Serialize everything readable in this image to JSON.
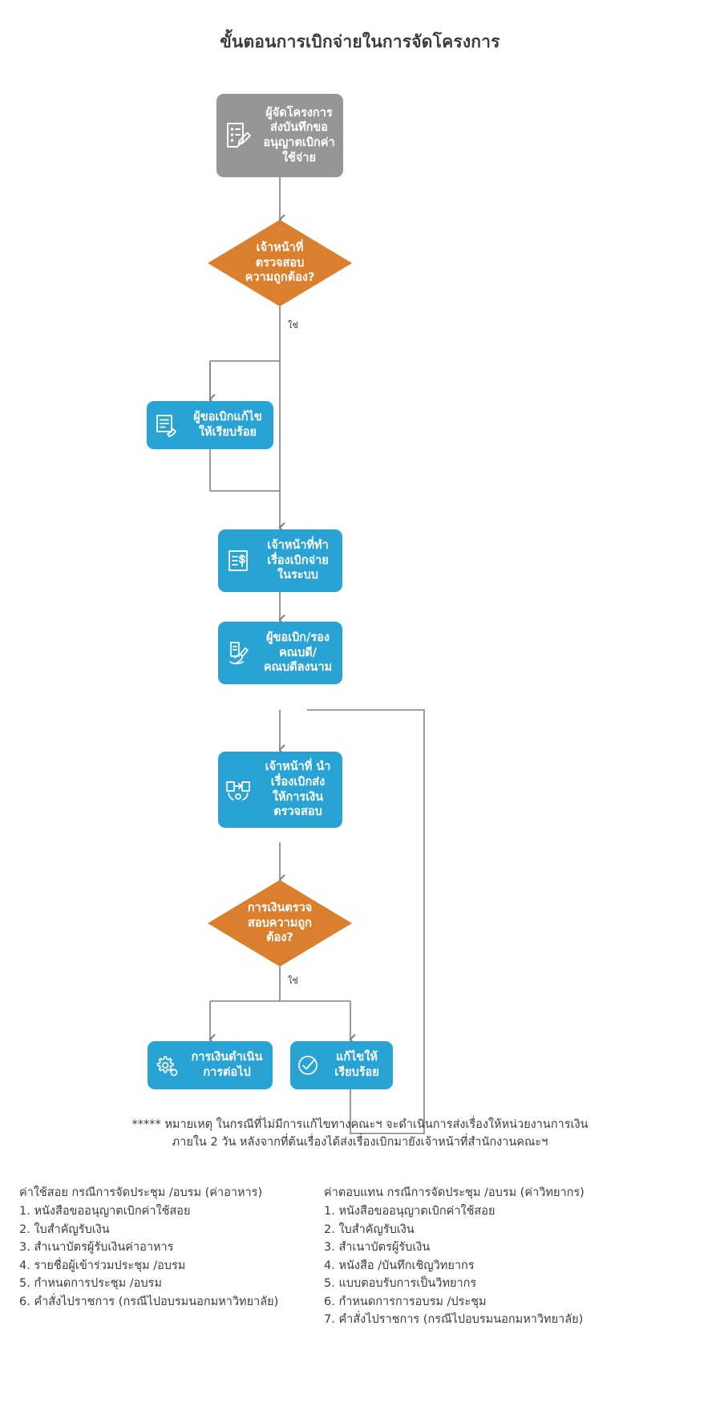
{
  "title": "ขั้นตอนการเบิกจ่ายในการจัดโครงการ",
  "colors": {
    "start": "#969696",
    "process": "#29a3d4",
    "decision": "#da7f2e",
    "connector": "#808080",
    "text": "#3b3b3b"
  },
  "nodes": {
    "start": {
      "id": "start",
      "shape": "rounded-rect",
      "fill": "#969696",
      "icon": "document-pen-icon",
      "label": "ผู้จัดโครงการ\nส่งบันทึกขอ\nอนุญาตเบิกค่า\nใช้จ่าย"
    },
    "decision1": {
      "id": "decision1",
      "shape": "diamond",
      "fill": "#da7f2e",
      "label": "เจ้าหน้าที่\nตรวจสอบ\nความถูกต้อง?"
    },
    "fix1": {
      "id": "fix1",
      "shape": "rounded-rect",
      "fill": "#29a3d4",
      "icon": "document-edit-icon",
      "label": "ผู้ขอเบิกแก้ไข\nให้เรียบร้อย"
    },
    "process1": {
      "id": "process1",
      "shape": "rounded-rect",
      "fill": "#29a3d4",
      "icon": "invoice-dollar-icon",
      "label": "เจ้าหน้าที่ทำ\nเรื่องเบิกจ่าย\nในระบบ"
    },
    "process2": {
      "id": "process2",
      "shape": "rounded-rect",
      "fill": "#29a3d4",
      "icon": "signature-hand-icon",
      "label": "ผู้ขอเบิก/รอง\nคณบดี/\nคณบดีลงนาม"
    },
    "process3": {
      "id": "process3",
      "shape": "rounded-rect",
      "fill": "#29a3d4",
      "icon": "handover-document-icon",
      "label": "เจ้าหน้าที่ นำ\nเรื่องเบิกส่ง\nให้การเงิน\nตรวจสอบ"
    },
    "decision2": {
      "id": "decision2",
      "shape": "diamond",
      "fill": "#da7f2e",
      "label": "การเงินตรวจ\nสอบความถูก\nต้อง?"
    },
    "end1": {
      "id": "end1",
      "shape": "rounded-rect",
      "fill": "#29a3d4",
      "icon": "gears-icon",
      "label": "การเงินดำเนิน\nการต่อไป"
    },
    "end2": {
      "id": "end2",
      "shape": "rounded-rect",
      "fill": "#29a3d4",
      "icon": "check-pen-icon",
      "label": "แก้ไขให้\nเรียบร้อย"
    }
  },
  "edge_labels": {
    "yes1": "ใช่",
    "yes2": "ใช่"
  },
  "note": {
    "line1": "***** หมายเหตุ ในกรณีที่ไม่มีการแก้ไขทางคณะฯ จะดำเนินการส่งเรื่องให้หน่วยงานการเงิน",
    "line2": "ภายใน 2 วัน หลังจากที่ต้นเรื่องได้ส่งเรื่องเบิกมายังเจ้าหน้าที่สำนักงานคณะฯ"
  },
  "lists": {
    "left": {
      "heading": "ค่าใช้สอย กรณีการจัดประชุม /อบรม (ค่าอาหาร)",
      "items": [
        "1. หนังสือขออนุญาตเบิกค่าใช้สอย",
        "2. ใบสำคัญรับเงิน",
        "3. สำเนาบัตรผู้รับเงินค่าอาหาร",
        "4. รายชื่อผู้เข้าร่วมประชุม /อบรม",
        "5. กำหนดการประชุม /อบรม",
        "6. คำสั่งไปราชการ (กรณีไปอบรมนอกมหาวิทยาลัย)"
      ]
    },
    "right": {
      "heading": "ค่าตอบแทน กรณีการจัดประชุม /อบรม (ค่าวิทยากร)",
      "items": [
        "1. หนังสือขออนุญาตเบิกค่าใช้สอย",
        "2. ใบสำคัญรับเงิน",
        "3. สำเนาบัตรผู้รับเงิน",
        "4. หนังสือ /บันทึกเชิญวิทยากร",
        "5. แบบตอบรับการเป็นวิทยากร",
        "6. กำหนดการการอบรม /ประชุม",
        "7. คำสั่งไปราชการ (กรณีไปอบรมนอกมหาวิทยาลัย)"
      ]
    }
  }
}
